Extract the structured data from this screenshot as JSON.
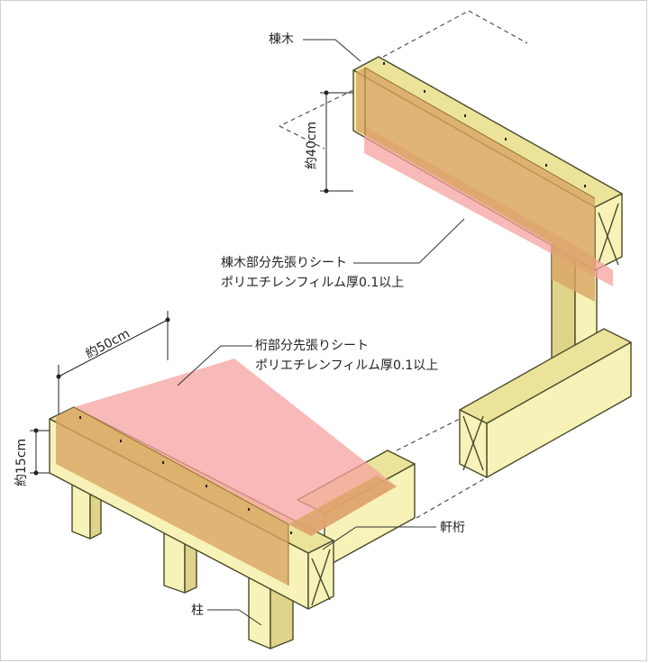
{
  "labels": {
    "munagi": "棟木",
    "munagi_sheet_line1": "棟木部分先張りシート",
    "munagi_sheet_line2": "ポリエチレンフィルム厚0.1以上",
    "keta_sheet_line1": "桁部分先張りシート",
    "keta_sheet_line2": "ポリエチレンフィルム厚0.1以上",
    "nokigeta": "軒桁",
    "hashira": "柱"
  },
  "dimensions": {
    "height_40": "約40cm",
    "width_50": "約50cm",
    "height_15": "約15cm"
  },
  "colors": {
    "wood_face": "#f7f2b8",
    "wood_top": "#ebe39a",
    "wood_side": "#ded48a",
    "orange_overlay": "#d9a463",
    "pink_sheet": "#f6a3a0",
    "outline": "#4a4a2a"
  }
}
